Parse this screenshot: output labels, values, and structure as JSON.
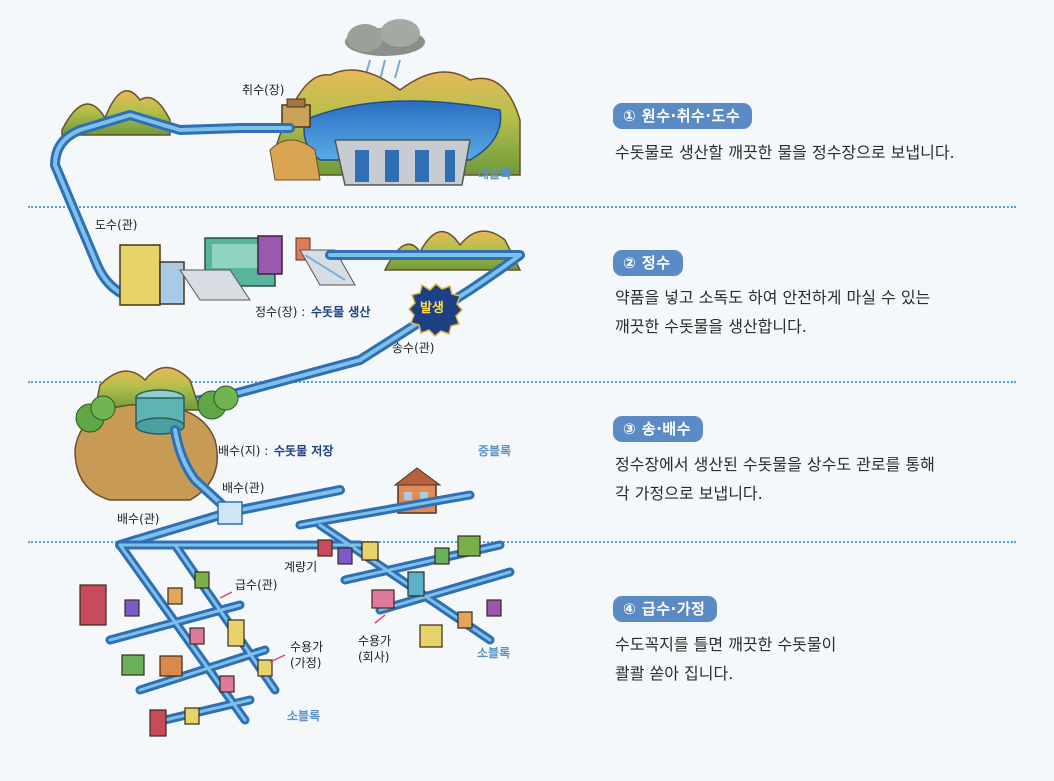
{
  "stages": [
    {
      "badge": "① 원수·취수·도수",
      "desc": "수돗물로 생산할 깨끗한 물을 정수장으로 보냅니다."
    },
    {
      "badge": "② 정수",
      "desc": "약품을 넣고 소독도 하여 안전하게 마실 수 있는\n깨끗한 수돗물을 생산합니다."
    },
    {
      "badge": "③ 송·배수",
      "desc": "정수장에서 생산된 수돗물을 상수도 관로를 통해\n각 가정으로 보냅니다."
    },
    {
      "badge": "④ 급수·가정",
      "desc": "수도꼭지를 틀면 깨끗한 수돗물이\n콸콸 쏟아 집니다."
    }
  ],
  "diagram": {
    "intake": "취수(장)",
    "large_block": "대블록",
    "conveyance_pipe": "도수(관)",
    "purification_plant": "정수(장) :",
    "purification_plant_role": "수돗물 생산",
    "occurrence_badge": "발생",
    "transmission_pipe": "송수(관)",
    "reservoir": "배수(지) :",
    "reservoir_role": "수돗물 저장",
    "medium_block": "중블록",
    "distribution_pipe_1": "배수(관)",
    "distribution_pipe_2": "배수(관)",
    "meter": "계량기",
    "supply_pipe": "급수(관)",
    "consumer_home_1": "수용가",
    "consumer_home_2": "(가정)",
    "consumer_company_1": "수용가",
    "consumer_company_2": "(회사)",
    "small_block_1": "소블록",
    "small_block_2": "소블록"
  },
  "colors": {
    "accent": "#5b8bc4",
    "pipe": "#2f6fb3",
    "pipe_light": "#7fc0ea",
    "divider": "#5aa0d8",
    "block_label": "#5b93c7"
  }
}
